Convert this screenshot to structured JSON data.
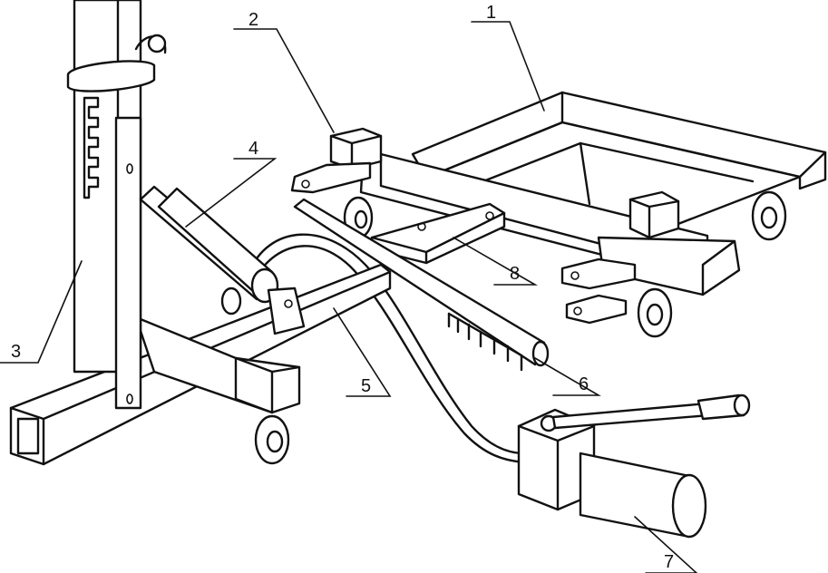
{
  "callouts": [
    {
      "id": "1",
      "text": "1"
    },
    {
      "id": "2",
      "text": "2"
    },
    {
      "id": "3",
      "text": "3"
    },
    {
      "id": "4",
      "text": "4"
    },
    {
      "id": "5",
      "text": "5"
    },
    {
      "id": "6",
      "text": "6"
    },
    {
      "id": "7",
      "text": "7"
    },
    {
      "id": "8",
      "text": "8"
    }
  ],
  "colors": {
    "stroke": "#111111",
    "background": "#ffffff"
  }
}
